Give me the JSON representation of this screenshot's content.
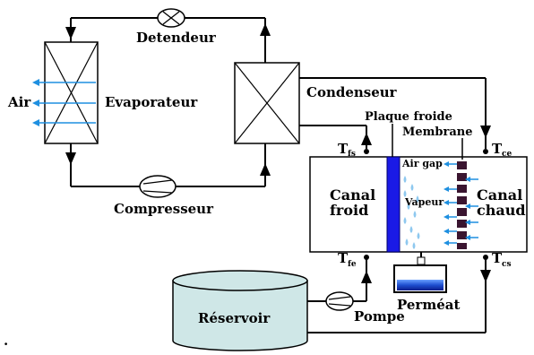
{
  "labels": {
    "detendeur": "Detendeur",
    "air": "Air",
    "evaporateur": "Evaporateur",
    "condenseur": "Condenseur",
    "plaque_froide": "Plaque froide",
    "membrane": "Membrane",
    "compresseur": "Compresseur",
    "canal_froid_1": "Canal",
    "canal_froid_2": "froid",
    "canal_chaud_1": "Canal",
    "canal_chaud_2": "chaud",
    "air_gap": "Air gap",
    "vapeur": "Vapeur",
    "permeat": "Perméat",
    "reservoir": "Réservoir",
    "pompe": "Pompe",
    "stray_mark": "."
  },
  "sensors": {
    "tfs": {
      "main": "T",
      "sub": "fs"
    },
    "tce": {
      "main": "T",
      "sub": "ce"
    },
    "tfe": {
      "main": "T",
      "sub": "fe"
    },
    "tcs": {
      "main": "T",
      "sub": "cs"
    }
  },
  "colors": {
    "line": "#000000",
    "cold_plate": "#1a1ae6",
    "membrane": "#3a1530",
    "air_arrows": "#1e8fe0",
    "droplets": "#8ec8ef",
    "reservoir": "#cfe7e7",
    "permeate_liquid": "#1e4fd0"
  }
}
